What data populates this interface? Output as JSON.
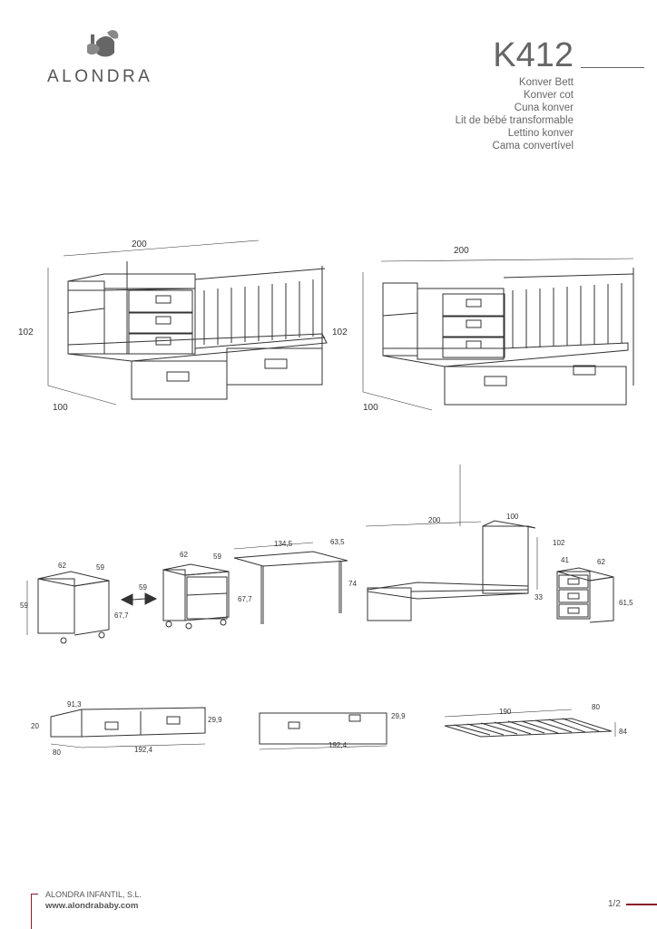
{
  "brand": {
    "name": "ALONDRA"
  },
  "product": {
    "model": "K412",
    "names": [
      "Konver Bett",
      "Konver cot",
      "Cuna konver",
      "Lit de bébé transformable",
      "Lettino konver",
      "Cama convertível"
    ]
  },
  "dimensions": {
    "crib_left": {
      "width": "200",
      "height": "102",
      "depth": "100"
    },
    "crib_right": {
      "width": "200",
      "height": "102",
      "depth": "100"
    },
    "cube": {
      "width": "62",
      "depth": "59",
      "height": "59",
      "height2": "67,7"
    },
    "nightstand_open": {
      "width": "62",
      "depth": "59",
      "gap": "59",
      "height": "67,7"
    },
    "desk": {
      "width": "134,5",
      "depth": "63,5",
      "height": "74"
    },
    "bed": {
      "length": "200",
      "width": "100",
      "height": "102",
      "base": "33"
    },
    "chest": {
      "width": "41",
      "depth": "62",
      "height": "61,5"
    },
    "drawer_double": {
      "a": "91,3",
      "b": "20",
      "c": "29,9",
      "d": "80",
      "e": "192,4"
    },
    "drawer_panel": {
      "height": "29,9",
      "width": "192,4"
    },
    "slats": {
      "length": "190",
      "width": "80",
      "height": "84"
    }
  },
  "footer": {
    "company": "ALONDRA INFANTIL, S.L.",
    "website": "www.alondrababy.com",
    "page": "1/2"
  },
  "colors": {
    "accent": "#8b1a2a",
    "line": "#333333",
    "logo": "#666666"
  }
}
